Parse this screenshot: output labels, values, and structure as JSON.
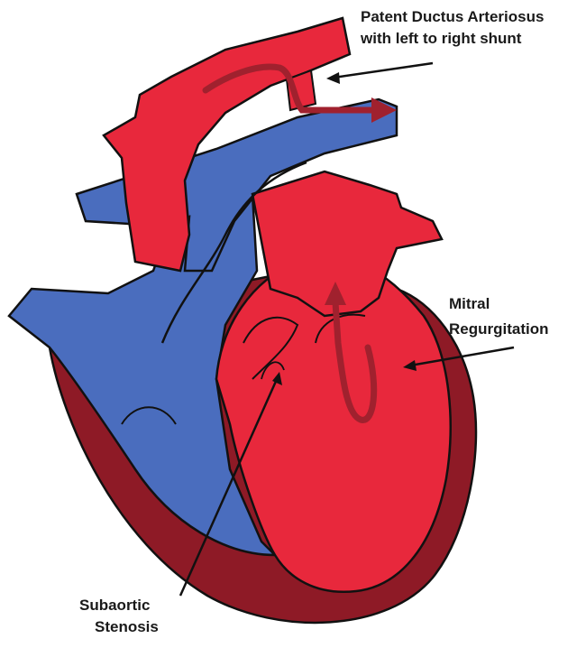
{
  "labels": {
    "pda_line1": "Patent Ductus Arteriosus",
    "pda_line2": "with left to right shunt",
    "mitral_line1": "Mitral",
    "mitral_line2": "Regurgitation",
    "subaortic_line1": "Subaortic",
    "subaortic_line2": "Stenosis"
  },
  "colors": {
    "oxygenated_red": "#E8283C",
    "deoxygenated_blue": "#4A6DBE",
    "myocardium_dark_red": "#8E1A26",
    "flow_arrow": "#A0212E",
    "outline": "#111111"
  }
}
